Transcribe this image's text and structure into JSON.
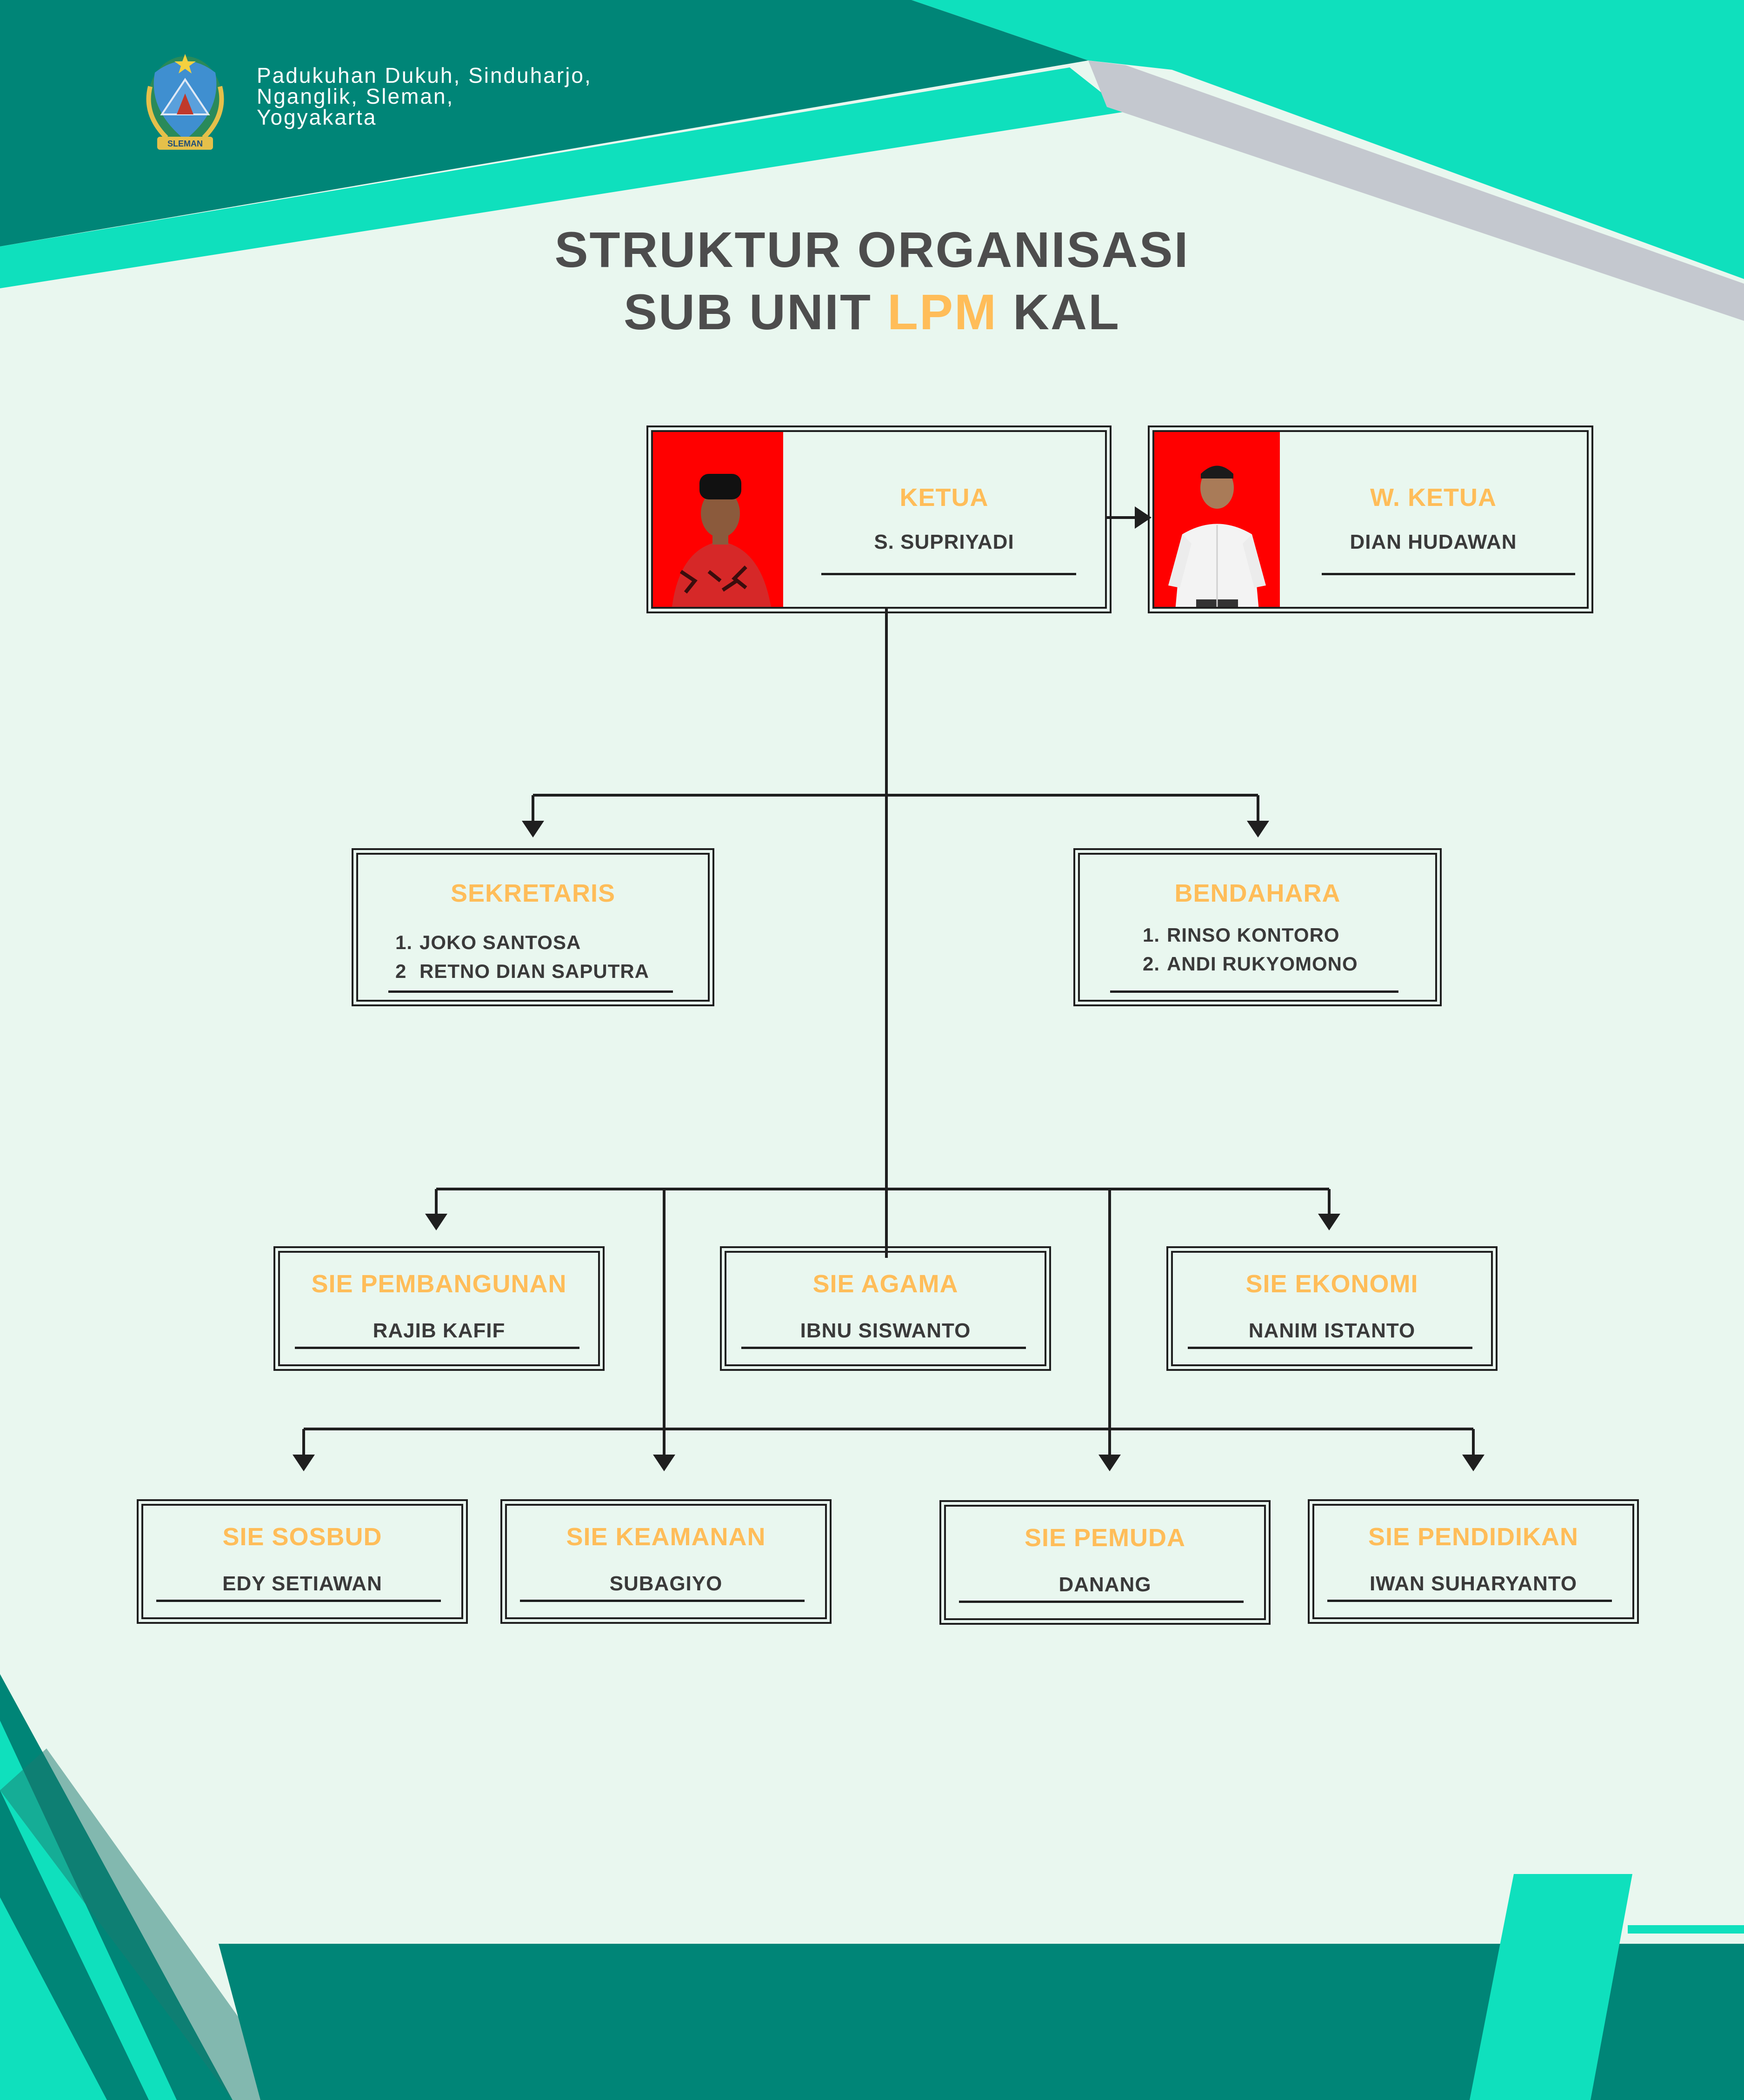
{
  "header": {
    "address_lines": [
      "Padukuhan Dukuh, Sinduharjo,",
      "Nganglik, Sleman,",
      "Yogyakarta"
    ],
    "logo_text": "SLEMAN"
  },
  "title": {
    "line1": "STRUKTUR ORGANISASI",
    "line2_prefix": "SUB UNIT ",
    "line2_accent": "LPM",
    "line2_suffix": " KAL"
  },
  "colors": {
    "dark_teal": "#008577",
    "bright_teal": "#0fe0bd",
    "grey": "#c4c8cf",
    "background": "#e9f7ef",
    "role_text": "#ffbd59",
    "name_text": "#3a3a3a",
    "photo_background": "#ff0000"
  },
  "org": {
    "ketua": {
      "role": "KETUA",
      "name": "S. SUPRIYADI",
      "photo": "person-photo-red-batik"
    },
    "wakil": {
      "role": "W. KETUA",
      "name": "DIAN HUDAWAN",
      "photo": "person-photo-white-shirt"
    },
    "sekretaris": {
      "role": "SEKRETARIS",
      "members": [
        {
          "num": "1.",
          "name": "JOKO SANTOSA"
        },
        {
          "num": "2",
          "name": "RETNO DIAN SAPUTRA"
        }
      ]
    },
    "bendahara": {
      "role": "BENDAHARA",
      "members": [
        {
          "num": "1.",
          "name": "RINSO KONTORO"
        },
        {
          "num": "2.",
          "name": "ANDI RUKYOMONO"
        }
      ]
    },
    "sie": [
      {
        "role": "SIE PEMBANGUNAN",
        "name": "RAJIB KAFIF"
      },
      {
        "role": "SIE AGAMA",
        "name": "IBNU SISWANTO"
      },
      {
        "role": "SIE EKONOMI",
        "name": "NANIM ISTANTO"
      },
      {
        "role": "SIE SOSBUD",
        "name": "EDY SETIAWAN"
      },
      {
        "role": "SIE KEAMANAN",
        "name": "SUBAGIYO"
      },
      {
        "role": "SIE PEMUDA",
        "name": "DANANG"
      },
      {
        "role": "SIE PENDIDIKAN",
        "name": "IWAN SUHARYANTO"
      }
    ]
  }
}
